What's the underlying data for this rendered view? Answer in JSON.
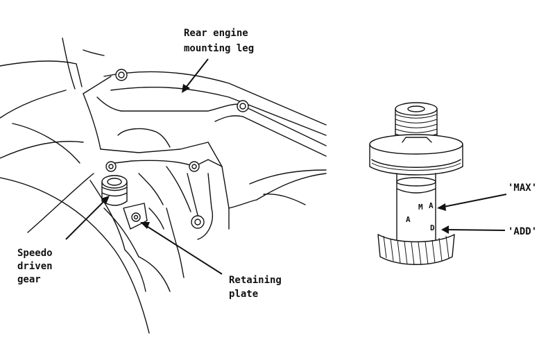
{
  "labels": {
    "rear_leg_line1": "Rear engine",
    "rear_leg_line2": "mounting leg",
    "speedo_line1": "Speedo",
    "speedo_line2": "driven",
    "speedo_line3": "gear",
    "retaining_line1": "Retaining",
    "retaining_line2": "plate",
    "max": "'MAX'",
    "add": "'ADD'"
  },
  "gear_markings": {
    "upper": "M",
    "mid": "A",
    "left": "A",
    "left2": "D"
  }
}
